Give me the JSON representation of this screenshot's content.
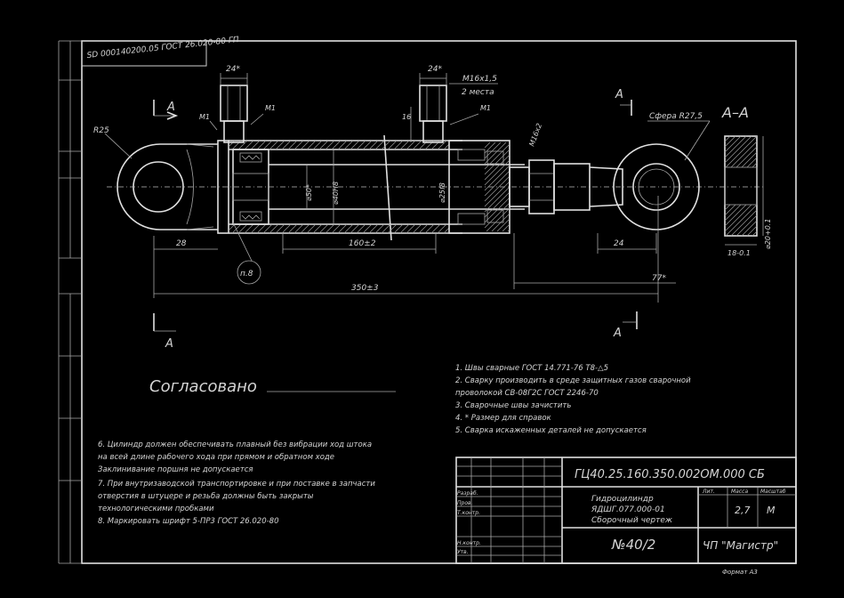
{
  "frame_stamp": "SD 000140200.05 ГОСТ 26.020-80 ГП",
  "section_mark": "A",
  "section_title": "A–A",
  "dims": {
    "wrench_left": "24*",
    "wrench_right": "24*",
    "thread_port": "M16x1,5",
    "two_places": "2 места",
    "m1_a": "M1",
    "m1_b": "M1",
    "m1_c": "M1",
    "radius_eye": "R25",
    "sphere": "Сфера R27,5",
    "d28": "28",
    "d160": "160±2",
    "d24": "24",
    "d350": "350±3",
    "d77": "77*",
    "dia_rod": "⌀50*",
    "dia_bore": "⌀40H8",
    "dia_piston": "⌀25f8",
    "thread_m": "M16x2",
    "d16": "16",
    "d18": "18-0.1",
    "d20": "⌀20+0.1",
    "weld_mark": "п.8"
  },
  "agreed_label": "Согласовано",
  "notes_right": [
    "1. Швы сварные ГОСТ 14.771-76 Т8-△5",
    "2. Сварку производить в среде защитных газов сварочной",
    "проволокой СВ-08Г2С ГОСТ 2246-70",
    "3. Сварочные швы зачистить",
    "4. * Размер для справок",
    "5. Сварка искаженных деталей не допускается"
  ],
  "notes_left": [
    "6. Цилиндр должен обеспечивать плавный без вибрации ход штока",
    "на всей длине рабочего хода при прямом и обратном ходе",
    "Заклинивание поршня не допускается",
    "7. При внутризаводской транспортировке и при поставке в запчасти",
    "отверстия в штуцере и резьба должны быть закрыты",
    "технологическими пробками",
    "8. Маркировать шрифт 5-ПР3 ГОСТ 26.020-80"
  ],
  "title_block": {
    "designation": "ГЦ40.25.160.350.002ОМ.000 СБ",
    "name_line1": "Гидроцилиндр",
    "name_line2": "ЯДШГ.077.000-01",
    "name_line3": "Сборочный чертеж",
    "litera_head": "Лит.",
    "mass_head": "Масса",
    "scale_head": "Масштаб",
    "mass": "2,7",
    "scale": "М",
    "sheet_no": "№40/2",
    "org": "ЧП \"Магистр\"",
    "format": "Формат А3",
    "row_dev": "Разраб.",
    "row_check": "Пров.",
    "row_tcontr": "Т.контр.",
    "row_ncontr": "Н.контр.",
    "row_appr": "Утв."
  }
}
